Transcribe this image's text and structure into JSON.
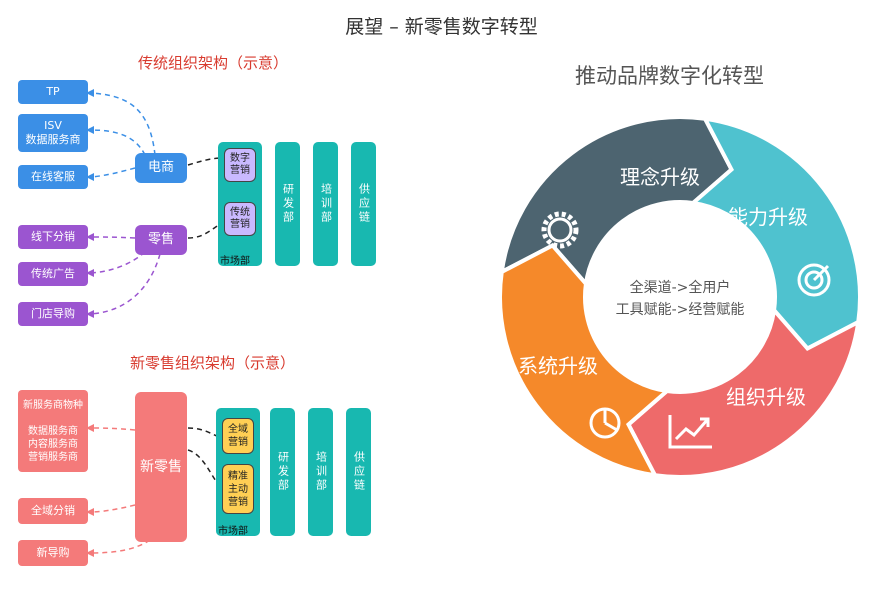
{
  "title": "展望 – 新零售数字转型",
  "traditional": {
    "heading": "传统组织架构（示意）",
    "channels": [
      "TP",
      "ISV\n数据服务商",
      "在线客服",
      "线下分销",
      "传统广告",
      "门店导购"
    ],
    "hubs": [
      "电商",
      "零售"
    ],
    "market_items": [
      "数字\n营销",
      "传统\n营销"
    ],
    "market_label": "市场部",
    "departments": [
      "研发部",
      "培训部",
      "供应链"
    ]
  },
  "new_retail": {
    "heading": "新零售组织架构（示意）",
    "channels": [
      "新服务商物种\n\n数据服务商\n内容服务商\n营销服务商",
      "全域分销",
      "新导购"
    ],
    "hub": "新零售",
    "market_items": [
      "全域\n营销",
      "精准\n主动\n营销"
    ],
    "market_label": "市场部",
    "departments": [
      "研发部",
      "培训部",
      "供应链"
    ]
  },
  "cycle": {
    "title": "推动品牌数字化转型",
    "segments": [
      {
        "label": "理念升级",
        "color": "#4d6470",
        "icon": "gear-icon"
      },
      {
        "label": "能力升级",
        "color": "#4fc2cf",
        "icon": "target-icon"
      },
      {
        "label": "组织升级",
        "color": "#ee6a6a",
        "icon": "growth-chart-icon"
      },
      {
        "label": "系统升级",
        "color": "#f5892a",
        "icon": "pie-chart-icon"
      }
    ],
    "center_lines": [
      "全渠道->全用户",
      "工具赋能->经营赋能"
    ]
  }
}
